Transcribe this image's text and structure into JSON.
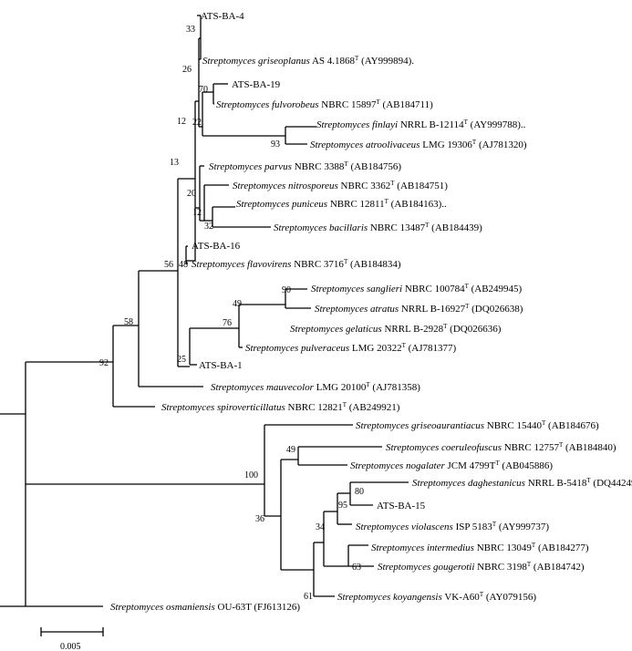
{
  "taxa": [
    {
      "id": "t1",
      "italic": "",
      "rest": "ATS-BA-4"
    },
    {
      "id": "t2",
      "italic": "Streptomyces griseoplanus",
      "rest": " AS 4.1868",
      "sup": "T",
      "after": " (AY999894)."
    },
    {
      "id": "t3",
      "italic": "",
      "rest": "ATS-BA-19"
    },
    {
      "id": "t4",
      "italic": "Streptomyces fulvorobeus",
      "rest": " NBRC 15897",
      "sup": "T",
      "after": " (AB184711)"
    },
    {
      "id": "t5",
      "italic": "Streptomyces finlayi",
      "rest": " NRRL B-12114",
      "sup": "T",
      "after": " (AY999788).."
    },
    {
      "id": "t6",
      "italic": "Streptomyces atroolivaceus",
      "rest": " LMG 19306",
      "sup": "T",
      "after": " (AJ781320)"
    },
    {
      "id": "t7",
      "italic": "Streptomyces parvus",
      "rest": " NBRC 3388",
      "sup": "T",
      "after": " (AB184756)"
    },
    {
      "id": "t8",
      "italic": "Streptomyces nitrosporeus",
      "rest": " NBRC 3362",
      "sup": "T",
      "after": " (AB184751)"
    },
    {
      "id": "t9",
      "italic": "Streptomyces puniceus",
      "rest": " NBRC 12811",
      "sup": "T",
      "after": " (AB184163).."
    },
    {
      "id": "t10",
      "italic": "Streptomyces bacillaris",
      "rest": " NBRC 13487",
      "sup": "T",
      "after": " (AB184439)"
    },
    {
      "id": "t11",
      "italic": "",
      "rest": "ATS-BA-16"
    },
    {
      "id": "t12",
      "italic": "Streptomyces flavovirens",
      "rest": " NBRC 3716",
      "sup": "T",
      "after": " (AB184834)"
    },
    {
      "id": "t13",
      "italic": "Streptomyces sanglieri",
      "rest": " NBRC 100784",
      "sup": "T",
      "after": " (AB249945)"
    },
    {
      "id": "t14",
      "italic": "Streptomyces atratus",
      "rest": " NRRL B-16927",
      "sup": "T",
      "after": " (DQ026638)"
    },
    {
      "id": "t15",
      "italic": "Streptomyces gelaticus",
      "rest": " NRRL B-2928",
      "sup": "T",
      "after": " (DQ026636)"
    },
    {
      "id": "t16",
      "italic": "Streptomyces pulveraceus",
      "rest": " LMG 20322",
      "sup": "T",
      "after": " (AJ781377)"
    },
    {
      "id": "t17",
      "italic": "",
      "rest": "ATS-BA-1"
    },
    {
      "id": "t18",
      "italic": "Streptomyces mauvecolor",
      "rest": " LMG 20100",
      "sup": "T",
      "after": " (AJ781358)"
    },
    {
      "id": "t19",
      "italic": "Streptomyces spiroverticillatus",
      "rest": " NBRC 12821",
      "sup": "T",
      "after": " (AB249921)"
    },
    {
      "id": "t20",
      "italic": "Streptomyces griseoaurantiacus",
      "rest": " NBRC 15440",
      "sup": "T",
      "after": " (AB184676)"
    },
    {
      "id": "t21",
      "italic": "Streptomyces coeruleofuscus",
      "rest": " NBRC 12757",
      "sup": "T",
      "after": " (AB184840)"
    },
    {
      "id": "t22",
      "italic": "Streptomyces nogalater",
      "rest": " JCM 4799T",
      "sup": "T",
      "after": " (AB045886)"
    },
    {
      "id": "t23",
      "italic": "Streptomyces daghestanicus",
      "rest": " NRRL B-5418",
      "sup": "T",
      "after": " (DQ442497)"
    },
    {
      "id": "t24",
      "italic": "",
      "rest": "ATS-BA-15"
    },
    {
      "id": "t25",
      "italic": "Streptomyces violascens",
      "rest": " ISP 5183",
      "sup": "T",
      "after": " (AY999737)"
    },
    {
      "id": "t26",
      "italic": "Streptomyces intermedius",
      "rest": " NBRC 13049",
      "sup": "T",
      "after": " (AB184277)"
    },
    {
      "id": "t27",
      "italic": "Streptomyces gougerotii",
      "rest": " NBRC 3198",
      "sup": "T",
      "after": " (AB184742)"
    },
    {
      "id": "t28",
      "italic": "Streptomyces koyangensis",
      "rest": " VK-A60",
      "sup": "T",
      "after": " (AY079156)"
    },
    {
      "id": "t29",
      "italic": "Streptomyces osmaniensis",
      "rest": " OU-63T",
      "sup": "",
      "after": " (FJ613126)"
    }
  ],
  "bootstrap": [
    {
      "id": "b33",
      "value": "33"
    },
    {
      "id": "b26",
      "value": "26"
    },
    {
      "id": "b70",
      "value": "70"
    },
    {
      "id": "b22",
      "value": "22"
    },
    {
      "id": "b12a",
      "value": "12"
    },
    {
      "id": "b93",
      "value": "93"
    },
    {
      "id": "b13",
      "value": "13"
    },
    {
      "id": "b20",
      "value": "20"
    },
    {
      "id": "b12b",
      "value": "12"
    },
    {
      "id": "b32",
      "value": "32"
    },
    {
      "id": "b56",
      "value": "56"
    },
    {
      "id": "b48",
      "value": "48"
    },
    {
      "id": "b90",
      "value": "90"
    },
    {
      "id": "b49a",
      "value": "49"
    },
    {
      "id": "b76",
      "value": "76"
    },
    {
      "id": "b25",
      "value": "25"
    },
    {
      "id": "b58",
      "value": "58"
    },
    {
      "id": "b92",
      "value": "92"
    },
    {
      "id": "b49b",
      "value": "49"
    },
    {
      "id": "b100",
      "value": "100"
    },
    {
      "id": "b80",
      "value": "80"
    },
    {
      "id": "b95",
      "value": "95"
    },
    {
      "id": "b34",
      "value": "34"
    },
    {
      "id": "b63",
      "value": "63"
    },
    {
      "id": "b61",
      "value": "61"
    },
    {
      "id": "b36",
      "value": "36"
    }
  ],
  "scale_bar": {
    "label": "0.005"
  }
}
